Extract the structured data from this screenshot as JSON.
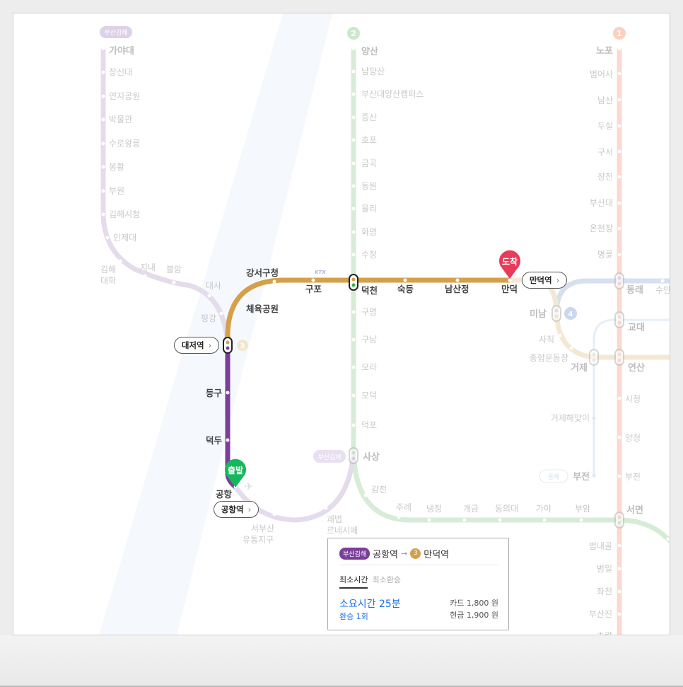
{
  "colors": {
    "line1": "#fbd9cf",
    "line2": "#d6ecd6",
    "line3": "#d4a04a",
    "line4": "#d6e0f0",
    "gimhae": "#e4dcec",
    "gimhae_active": "#7b3f9a",
    "donghae": "#e6eef8",
    "start": "#13b85c",
    "arrive": "#ea3a5a",
    "accent": "#1a73e8"
  },
  "badges": {
    "gimhae": "부산김해",
    "line2": "2",
    "line1": "1",
    "line3": "3",
    "line4": "4",
    "donghae": "동해",
    "ktx": "KTX"
  },
  "gimhae_line": [
    "가야대",
    "장신대",
    "연지공원",
    "박물관",
    "수로왕릉",
    "봉황",
    "부원",
    "김해시청",
    "인제대",
    "김해",
    "대학",
    "지내",
    "불암",
    "대사",
    "평강",
    "서부산",
    "유통지구",
    "괘법",
    "르네시떼"
  ],
  "route_stations": {
    "daejeo": "대저",
    "gangseo": "강서구청",
    "gupo": "구포",
    "sports": "체육공원",
    "deokcheon": "덕천",
    "sukdeung": "숙등",
    "namsanjeong": "남산정",
    "mandeok": "만덕",
    "deunggu": "등구",
    "deokdu": "덕두",
    "airport": "공항"
  },
  "line2": [
    "양산",
    "남양산",
    "부산대양산캠퍼스",
    "증산",
    "호포",
    "금곡",
    "동원",
    "율리",
    "화명",
    "수정",
    "구명",
    "구남",
    "모라",
    "모덕",
    "덕포",
    "사상",
    "감전",
    "주례",
    "냉정",
    "개금",
    "동의대",
    "가야",
    "부암",
    "서면"
  ],
  "line1": [
    "노포",
    "범어사",
    "남산",
    "두실",
    "구서",
    "장전",
    "부산대",
    "온천장",
    "명륜",
    "동래",
    "교대",
    "연산",
    "시청",
    "양정",
    "부전",
    "범내골",
    "범일",
    "좌천",
    "부산진",
    "초량"
  ],
  "line3_faded": [
    "미남",
    "사직",
    "종합운동장",
    "거제"
  ],
  "line4": [
    "수안"
  ],
  "donghae": [
    "거제해맞이",
    "부전"
  ],
  "markers": {
    "start": "출발",
    "arrive": "도착"
  },
  "station_buttons": {
    "daejeo": "대저역",
    "airport": "공항역",
    "mandeok": "만덕역",
    "chevron": "›"
  },
  "card": {
    "line_badge": "부산김해",
    "from": "공항역",
    "arrow": "→",
    "to_line": "3",
    "to": "만덕역",
    "tab_time": "최소시간",
    "tab_transfer": "최소환승",
    "duration": "소요시간 25분",
    "transfers": "환승 1회",
    "fare_card": "카드 1,800 원",
    "fare_cash": "현금 1,900 원"
  }
}
